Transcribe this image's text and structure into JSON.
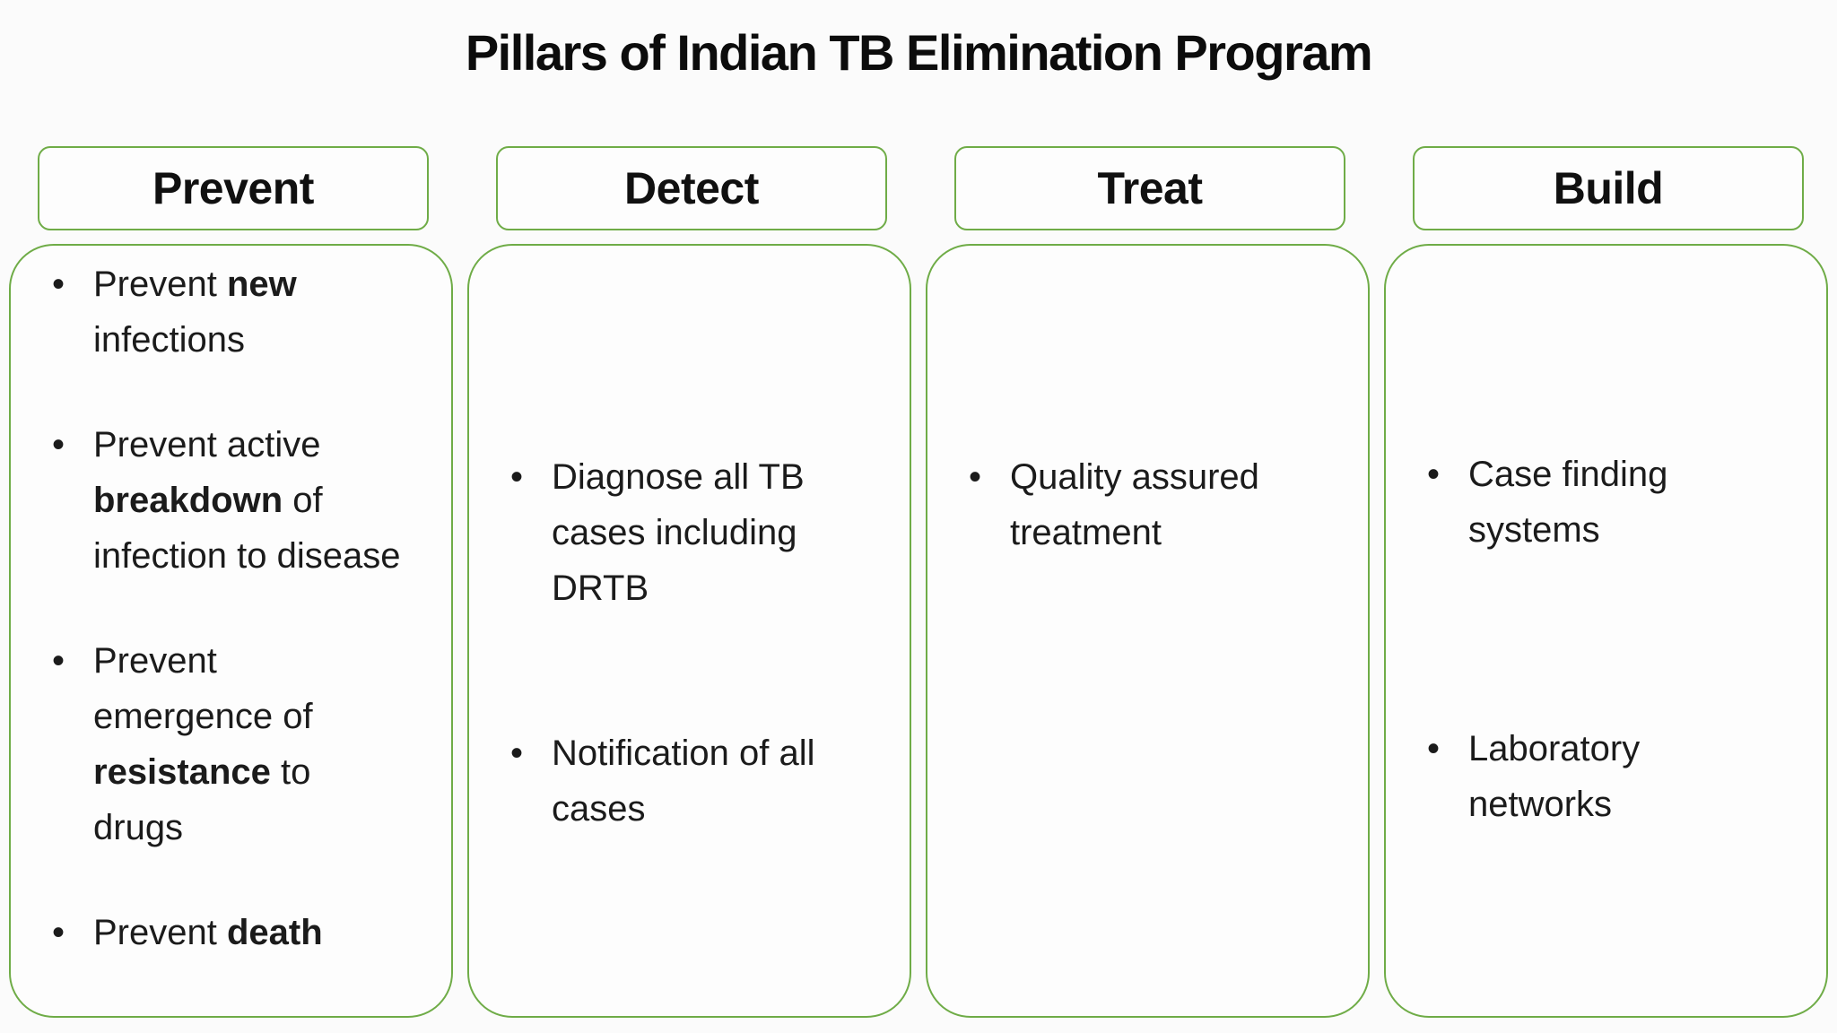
{
  "title": "Pillars of Indian TB Elimination Program",
  "colors": {
    "accent_green": "#6FAC47",
    "text": "#1b1b1b",
    "box_fill": "#fdfdfd",
    "page_bg": "#fbfbfb"
  },
  "bullets": {
    "glyph": "•"
  },
  "columns": [
    {
      "id": "prevent",
      "header": "Prevent",
      "items": [
        {
          "segments": [
            {
              "t": "Prevent ",
              "b": false
            },
            {
              "t": "new",
              "b": true
            },
            {
              "t": " infections",
              "b": false
            }
          ]
        },
        {
          "segments": [
            {
              "t": "Prevent active ",
              "b": false
            },
            {
              "t": "breakdown",
              "b": true
            },
            {
              "t": " of infection to disease",
              "b": false
            }
          ]
        },
        {
          "segments": [
            {
              "t": "Prevent emergence of ",
              "b": false
            },
            {
              "t": "resistance",
              "b": true
            },
            {
              "t": " to drugs",
              "b": false
            }
          ]
        },
        {
          "segments": [
            {
              "t": "Prevent ",
              "b": false
            },
            {
              "t": "death",
              "b": true
            }
          ]
        }
      ]
    },
    {
      "id": "detect",
      "header": "Detect",
      "items": [
        {
          "segments": [
            {
              "t": "Diagnose all TB cases including DRTB",
              "b": false
            }
          ]
        },
        {
          "segments": [
            {
              "t": "Notification of all cases",
              "b": false
            }
          ]
        }
      ]
    },
    {
      "id": "treat",
      "header": "Treat",
      "items": [
        {
          "segments": [
            {
              "t": "Quality assured treatment",
              "b": false
            }
          ]
        }
      ]
    },
    {
      "id": "build",
      "header": "Build",
      "items": [
        {
          "segments": [
            {
              "t": "Case finding systems",
              "b": false
            }
          ]
        },
        {
          "segments": [
            {
              "t": "Laboratory networks",
              "b": false
            }
          ]
        }
      ]
    }
  ]
}
